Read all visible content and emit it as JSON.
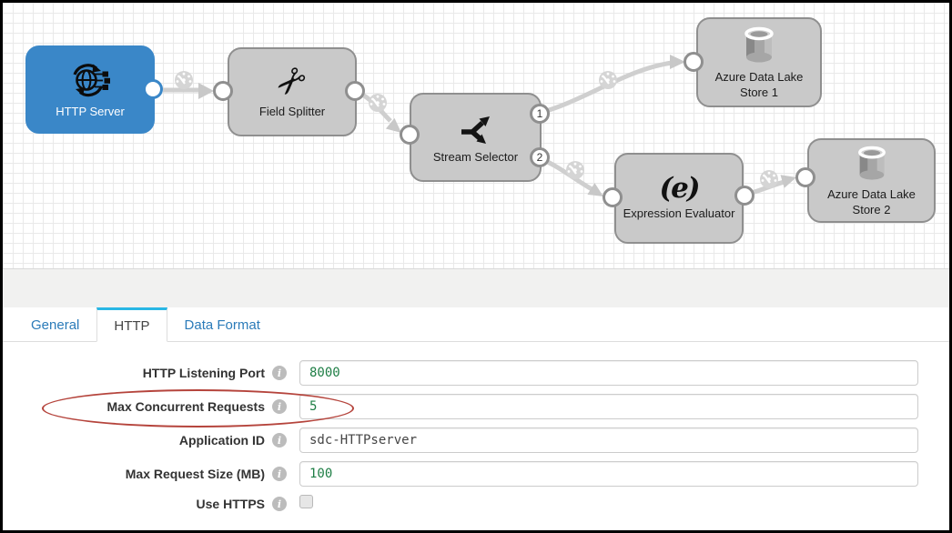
{
  "icons": {
    "scissors_glyph": "✂",
    "expression_glyph": "(e)",
    "info_glyph": "i"
  },
  "canvas": {
    "nodes": [
      {
        "label": "HTTP Server",
        "selected": true
      },
      {
        "label": "Field Splitter"
      },
      {
        "label": "Stream Selector",
        "output_labels": [
          "1",
          "2"
        ]
      },
      {
        "label": "Azure Data Lake Store 1"
      },
      {
        "label": "Expression Evaluator"
      },
      {
        "label": "Azure Data Lake Store 2"
      }
    ]
  },
  "tabs": [
    {
      "label": "General",
      "active": false
    },
    {
      "label": "HTTP",
      "active": true
    },
    {
      "label": "Data Format",
      "active": false
    }
  ],
  "form": {
    "fields": [
      {
        "label": "HTTP Listening Port",
        "value": "8000",
        "kind": "number"
      },
      {
        "label": "Max Concurrent Requests",
        "value": "5",
        "kind": "number",
        "annotated": true
      },
      {
        "label": "Application ID",
        "value": "sdc-HTTPserver",
        "kind": "text"
      },
      {
        "label": "Max Request Size (MB)",
        "value": "100",
        "kind": "number"
      },
      {
        "label": "Use HTTPS",
        "kind": "checkbox",
        "checked": false
      }
    ]
  },
  "colors": {
    "selected_node_blue": "#3a87c8",
    "node_gray": "#c9c9c9",
    "tab_active_accent": "#29b7e5",
    "link_blue": "#2b7bb9",
    "value_green": "#1e7e45",
    "annotation_red": "#b5443c",
    "wire_gray": "#cfcfcf"
  }
}
